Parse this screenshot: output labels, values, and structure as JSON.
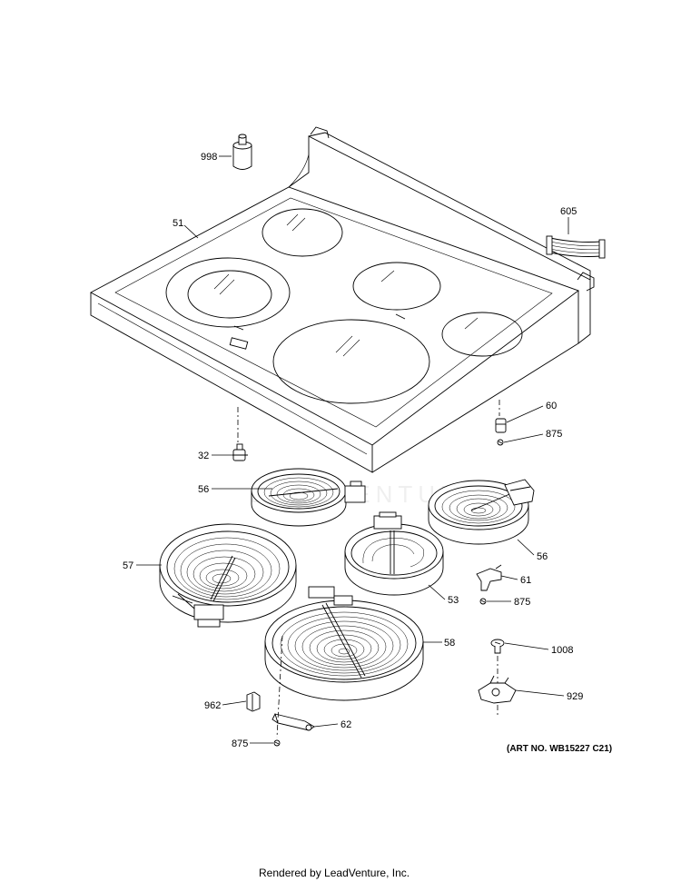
{
  "parts": [
    {
      "id": "p998",
      "label": "998",
      "name": "indicator knob"
    },
    {
      "id": "p605",
      "label": "605",
      "name": "wire harness"
    },
    {
      "id": "p51",
      "label": "51",
      "name": "glass cooktop"
    },
    {
      "id": "p60",
      "label": "60",
      "name": "bracket"
    },
    {
      "id": "p875a",
      "label": "875",
      "name": "screw"
    },
    {
      "id": "p32",
      "label": "32",
      "name": "switch"
    },
    {
      "id": "p56a",
      "label": "56",
      "name": "radiant element"
    },
    {
      "id": "p56b",
      "label": "56",
      "name": "radiant element"
    },
    {
      "id": "p57",
      "label": "57",
      "name": "dual radiant element"
    },
    {
      "id": "p61",
      "label": "61",
      "name": "clip"
    },
    {
      "id": "p53",
      "label": "53",
      "name": "warming element"
    },
    {
      "id": "p875b",
      "label": "875",
      "name": "screw"
    },
    {
      "id": "p58",
      "label": "58",
      "name": "tri radiant element"
    },
    {
      "id": "p1008",
      "label": "1008",
      "name": "screw"
    },
    {
      "id": "p962",
      "label": "962",
      "name": "bracket"
    },
    {
      "id": "p929",
      "label": "929",
      "name": "hinge"
    },
    {
      "id": "p62",
      "label": "62",
      "name": "bracket"
    },
    {
      "id": "p875c",
      "label": "875",
      "name": "screw"
    }
  ],
  "art_number": "(ART NO. WB15227 C21)",
  "watermark": "LEADVENTURE",
  "footer": "Rendered by LeadVenture, Inc."
}
